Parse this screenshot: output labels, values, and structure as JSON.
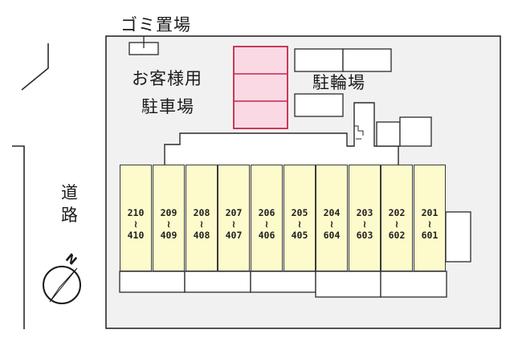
{
  "labels": {
    "garbage": "ゴミ置場",
    "guest_parking_line1": "お客様用",
    "guest_parking_line2": "駐車場",
    "bicycle_parking": "駐輪場",
    "road_line1": "道",
    "road_line2": "路",
    "north": "N"
  },
  "units": [
    {
      "top": "210",
      "sep": "≀",
      "bottom": "410"
    },
    {
      "top": "209",
      "sep": "≀",
      "bottom": "409"
    },
    {
      "top": "208",
      "sep": "≀",
      "bottom": "408"
    },
    {
      "top": "207",
      "sep": "≀",
      "bottom": "407"
    },
    {
      "top": "206",
      "sep": "≀",
      "bottom": "406"
    },
    {
      "top": "205",
      "sep": "≀",
      "bottom": "405"
    },
    {
      "top": "204",
      "sep": "≀",
      "bottom": "604"
    },
    {
      "top": "203",
      "sep": "≀",
      "bottom": "603"
    },
    {
      "top": "202",
      "sep": "≀",
      "bottom": "602"
    },
    {
      "top": "201",
      "sep": "≀",
      "bottom": "601"
    }
  ],
  "colors": {
    "site_fill": "#f1f1f1",
    "unit_fill": "#fdfbcb",
    "guest_parking_fill": "#fbd9e4",
    "guest_parking_stroke": "#c2294a",
    "line": "#333333"
  }
}
